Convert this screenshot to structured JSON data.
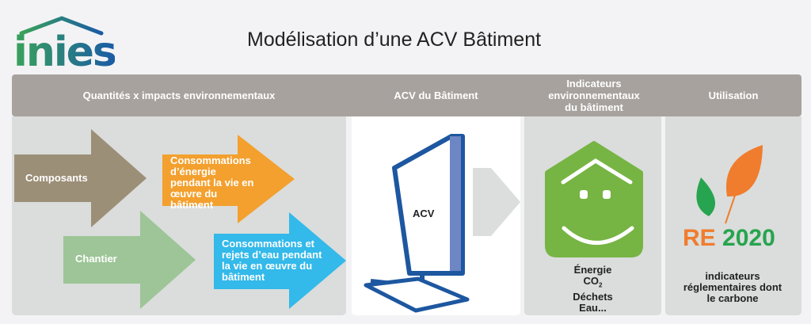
{
  "logo": {
    "text": "inies"
  },
  "title": "Modélisation d’une ACV Bâtiment",
  "header": {
    "col1": "Quantités  x  impacts environnementaux",
    "col2": "ACV du Bâtiment",
    "col3": "Indicateurs environnementaux du bâtiment",
    "col4": "Utilisation"
  },
  "arrows": {
    "composants": "Composants",
    "energie": "Consommations d’énergie pendant la vie en œuvre du bâtiment",
    "chantier": "Chantier",
    "eau": "Consommations et rejets d’eau pendant la vie en œuvre du bâtiment"
  },
  "acv": {
    "label": "ACV"
  },
  "indicators": {
    "line1": "Énergie",
    "co2": "CO",
    "co2_sub": "2",
    "line3": "Déchets",
    "line4": "Eau..."
  },
  "usage": {
    "re": "RE",
    "year": "2020",
    "text": "indicateurs réglementaires dont le carbone"
  },
  "colors": {
    "brown": "#9c8f78",
    "orange": "#f3a02e",
    "green": "#9dc597",
    "blue": "#33b9ea",
    "house": "#76b443",
    "re_orange": "#f07c2e",
    "re_green": "#27a44f"
  }
}
